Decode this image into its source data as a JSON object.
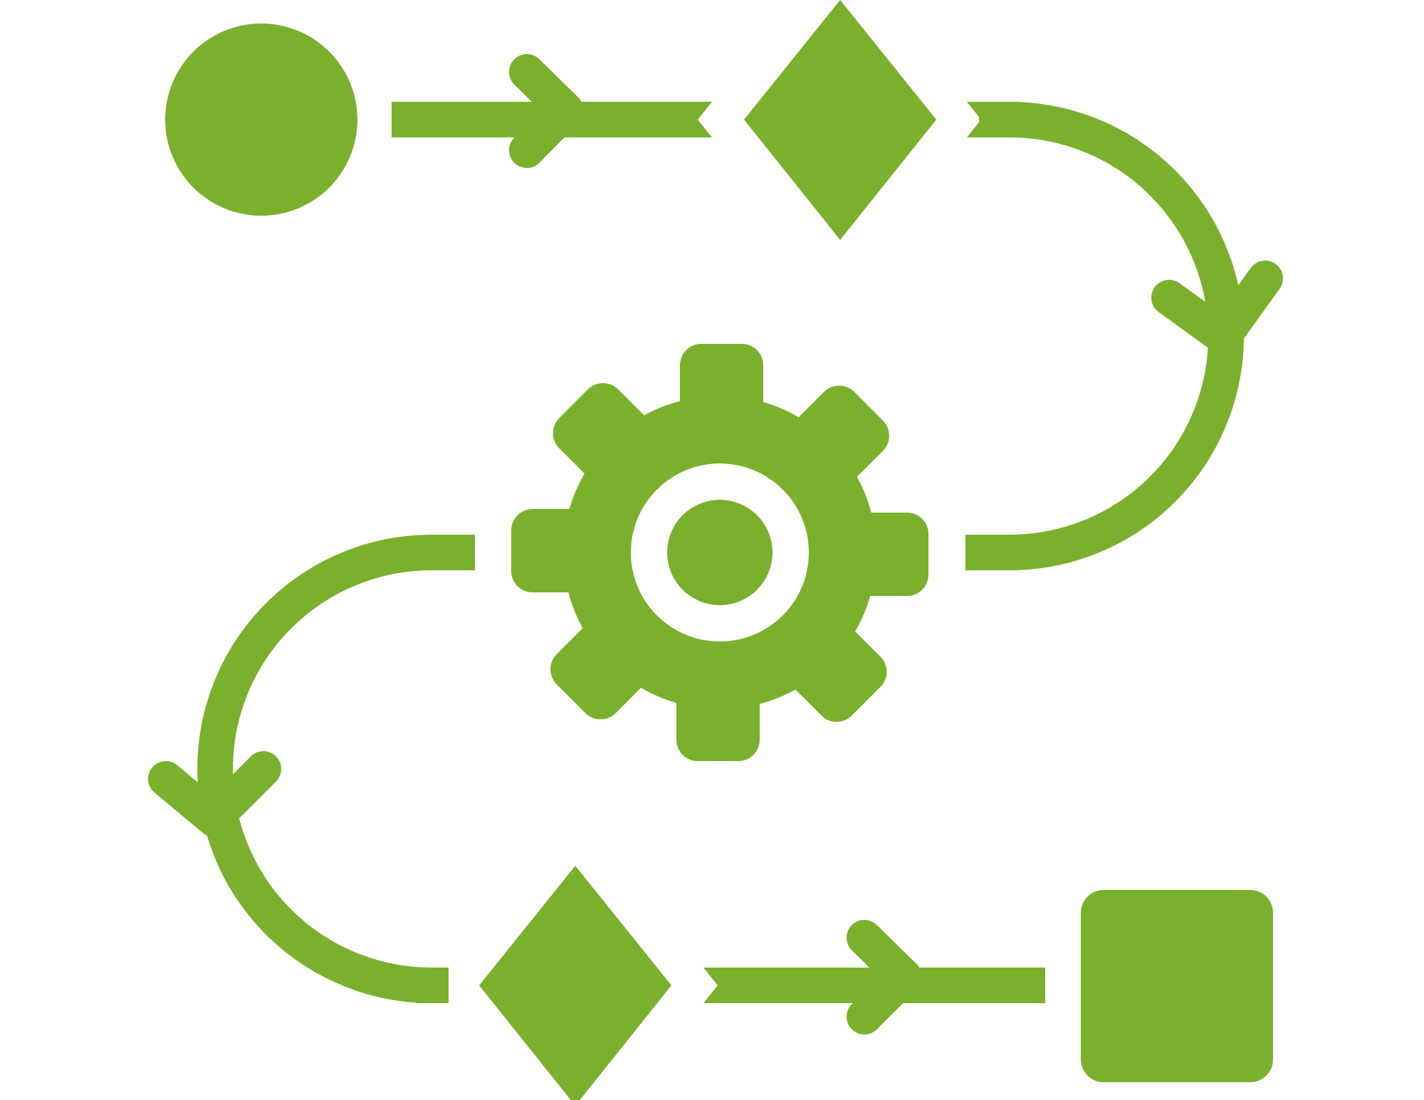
{
  "colors": {
    "accent": "#7AB02C",
    "background": "#FFFFFF"
  },
  "diagram": {
    "kind": "process-flow-icon",
    "nodes": [
      {
        "id": "start",
        "shape": "circle"
      },
      {
        "id": "decision-1",
        "shape": "diamond"
      },
      {
        "id": "process",
        "shape": "gear",
        "icon": "gear-icon"
      },
      {
        "id": "decision-2",
        "shape": "diamond"
      },
      {
        "id": "end",
        "shape": "rounded-square"
      }
    ],
    "edges": [
      {
        "from": "start",
        "to": "decision-1",
        "style": "straight-arrow"
      },
      {
        "from": "decision-1",
        "to": "process",
        "style": "curved-arrow"
      },
      {
        "from": "process",
        "to": "decision-2",
        "style": "curved-arrow"
      },
      {
        "from": "decision-2",
        "to": "end",
        "style": "straight-arrow"
      }
    ]
  }
}
